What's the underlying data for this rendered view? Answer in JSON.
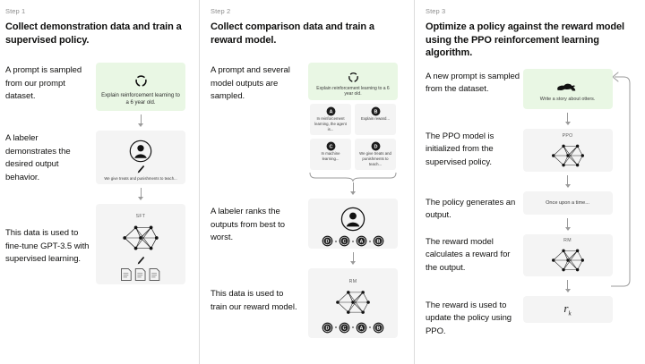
{
  "diagram": {
    "title": "RLHF three step training process",
    "background": "#ffffff",
    "divider_color": "#dcdcdc",
    "card_color": "#f4f4f4",
    "prompt_card_color": "#e9f7e4",
    "arrow_color": "#9b9b9b"
  },
  "columns": [
    {
      "step_label": "Step 1",
      "title": "Collect demonstration data and train a supervised policy.",
      "rows": [
        {
          "caption": "A prompt is sampled from our prompt dataset.",
          "card": {
            "kind": "prompt",
            "icon": "recycle-icon",
            "text": "Explain reinforcement learning to a 6 year old."
          }
        },
        {
          "caption": "A labeler demonstrates the desired output behavior.",
          "card": {
            "kind": "labeler",
            "icon": "person-circle-icon",
            "sub_icon": "pen-icon",
            "text": "We give treats and punishments to teach..."
          }
        },
        {
          "caption": "This data is used to fine-tune GPT-3.5 with supervised learning.",
          "card": {
            "kind": "model",
            "tag": "SFT",
            "icon": "neural-network-icon",
            "sub_icon": "pen-icon",
            "docs_icon": "documents-icon"
          }
        }
      ]
    },
    {
      "step_label": "Step 2",
      "title": "Collect comparison data and train a reward model.",
      "rows": [
        {
          "caption": "A prompt and several model outputs are sampled.",
          "card": {
            "kind": "prompt",
            "icon": "recycle-icon",
            "text": "Explain reinforcement learning to a 6 year old."
          },
          "outputs": [
            {
              "letter": "A",
              "text": "In reinforcement learning, the agent is..."
            },
            {
              "letter": "B",
              "text": "Explain reward..."
            },
            {
              "letter": "C",
              "text": "In machine learning..."
            },
            {
              "letter": "D",
              "text": "We give treats and punishments to teach..."
            }
          ]
        },
        {
          "caption": "A labeler ranks the outputs from best to worst.",
          "card": {
            "kind": "labeler-rank",
            "icon": "person-circle-icon",
            "ranking": [
              "D",
              "C",
              "A",
              "B"
            ]
          }
        },
        {
          "caption": "This data is used to train our reward model.",
          "card": {
            "kind": "model-rank",
            "tag": "RM",
            "icon": "neural-network-icon",
            "ranking": [
              "D",
              "C",
              "A",
              "B"
            ]
          }
        }
      ]
    },
    {
      "step_label": "Step 3",
      "title": "Optimize a policy against the reward model using the PPO reinforcement learning algorithm.",
      "rows": [
        {
          "caption": "A new prompt is sampled from the dataset.",
          "card": {
            "kind": "prompt",
            "icon": "otter-icon",
            "text": "Write a story about otters."
          }
        },
        {
          "caption": "The PPO model is initialized from the supervised policy.",
          "card": {
            "kind": "model",
            "tag": "PPO",
            "icon": "neural-network-icon"
          }
        },
        {
          "caption": "The policy generates an output.",
          "card": {
            "kind": "output",
            "text": "Once upon a time..."
          }
        },
        {
          "caption": "The reward model calculates a reward for the output.",
          "card": {
            "kind": "model",
            "tag": "RM",
            "icon": "neural-network-icon"
          }
        },
        {
          "caption": "The reward is used to update the policy using PPO.",
          "card": {
            "kind": "reward",
            "symbol": "r",
            "subscript": "k"
          }
        }
      ],
      "feedback_loop": "update-policy-loop"
    }
  ]
}
